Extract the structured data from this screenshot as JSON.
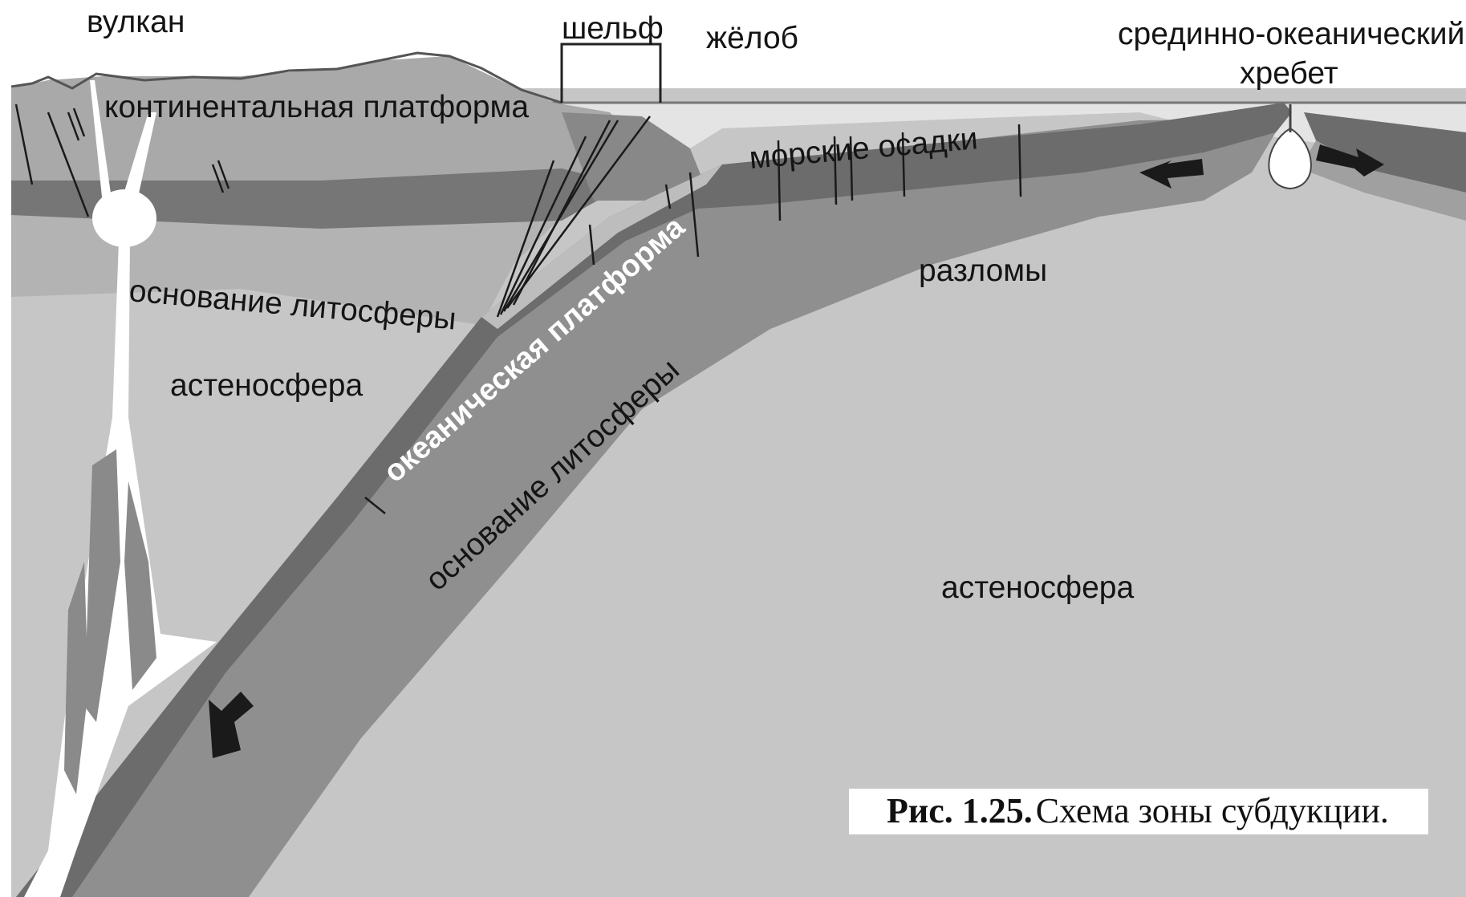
{
  "labels": {
    "volcano": "вулкан",
    "shelf": "шельф",
    "trench": "жёлоб",
    "ridge_line1": "срединно-океанический",
    "ridge_line2": "хребет",
    "continental_platform": "континентальная платформа",
    "marine_sediments": "морские осадки",
    "lithosphere_base_left": "основание литосферы",
    "faults": "разломы",
    "asthenosphere_left": "астеносфера",
    "oceanic_platform": "океаническая платформа",
    "lithosphere_base_slab": "основание литосферы",
    "asthenosphere_right": "астеносфера"
  },
  "caption": {
    "number": "Рис. 1.25.",
    "text": " Схема зоны субдукции."
  },
  "colors": {
    "background": "#c4c4c4",
    "deep_asthenosphere": "#b5b5b5",
    "continental_crust": "#a6a6a6",
    "continental_lower_band": "#6e6e6e",
    "lithosphere_mantle": "#8c8c8c",
    "oceanic_crust": "#6b6b6b",
    "sea": "#e6e6e6",
    "magma": "#ffffff",
    "arrow": "#1a1a1a"
  }
}
